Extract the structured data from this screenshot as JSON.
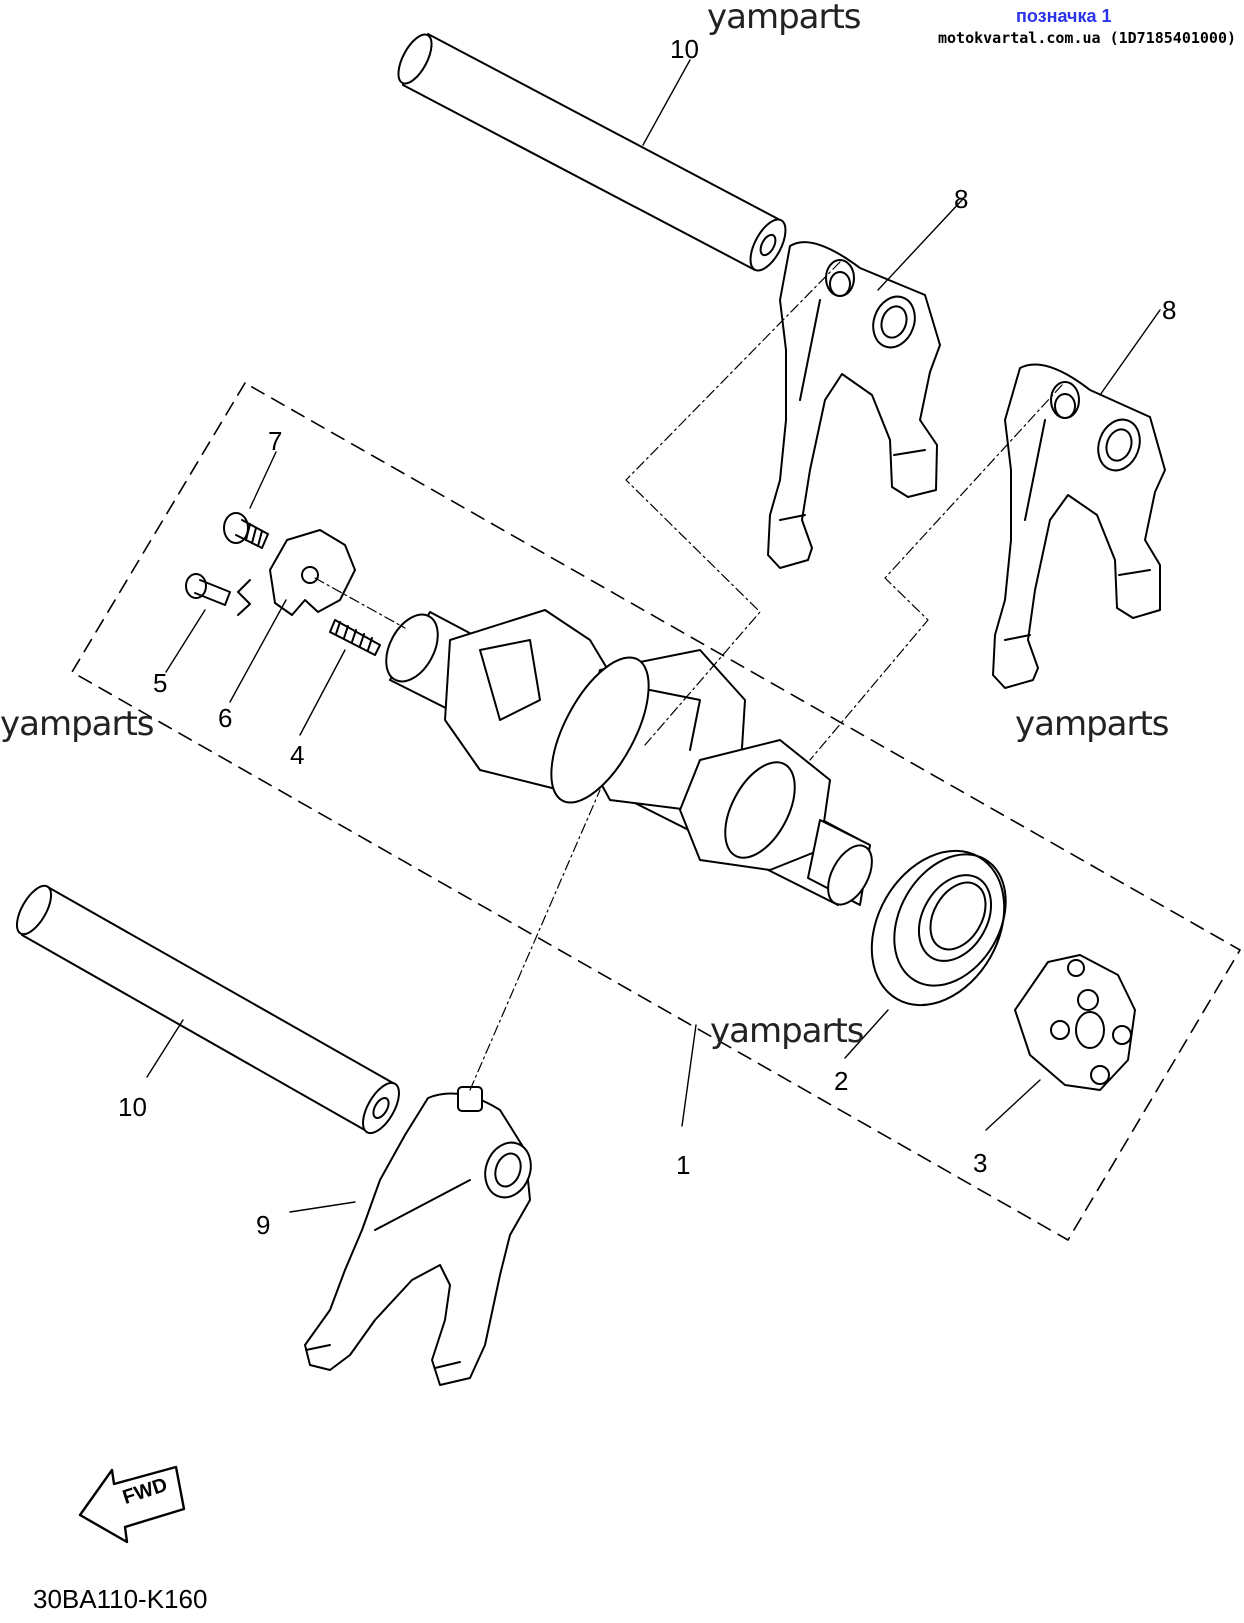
{
  "header": {
    "tag": "позначка 1",
    "site": "motokvartal.com.ua (1D7185401000)"
  },
  "watermarks": [
    "yamparts",
    "yamparts",
    "yamparts",
    "yamparts"
  ],
  "callouts": {
    "p1": "1",
    "p2": "2",
    "p3": "3",
    "p4": "4",
    "p5": "5",
    "p6": "6",
    "p7": "7",
    "p8a": "8",
    "p8b": "8",
    "p9": "9",
    "p10a": "10",
    "p10b": "10"
  },
  "fwd_label": "FWD",
  "diagram_code": "30BA110-K160"
}
